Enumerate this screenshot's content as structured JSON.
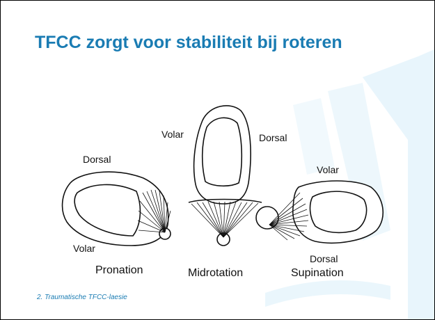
{
  "slide": {
    "title": "TFCC zorgt voor stabiliteit bij roteren",
    "footer": "2. Traumatische TFCC-laesie",
    "accent_color": "#1a7cb3",
    "watermark_color": "#cfe9f7"
  },
  "figure": {
    "labels": {
      "pronation_dorsal": "Dorsal",
      "pronation_volar": "Volar",
      "midrotation_volar": "Volar",
      "midrotation_dorsal": "Dorsal",
      "supination_volar": "Volar",
      "supination_dorsal": "Dorsal"
    },
    "captions": {
      "pronation": "Pronation",
      "midrotation": "Midrotation",
      "supination": "Supination"
    }
  }
}
